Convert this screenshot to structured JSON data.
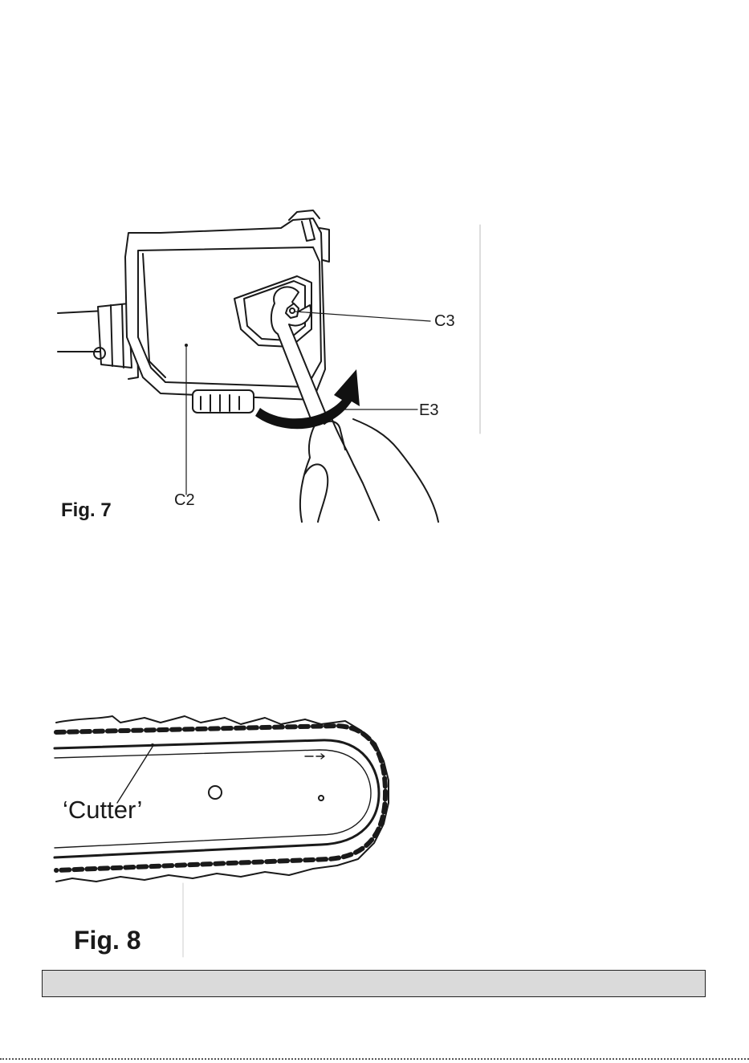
{
  "figures": {
    "fig7": {
      "title": "Fig. 7",
      "labels": {
        "c2": "C2",
        "c3": "C3",
        "e3": "E3"
      }
    },
    "fig8": {
      "title": "Fig. 8",
      "labels": {
        "cutter": "‘Cutter’"
      }
    }
  },
  "footer": {
    "text": ""
  }
}
